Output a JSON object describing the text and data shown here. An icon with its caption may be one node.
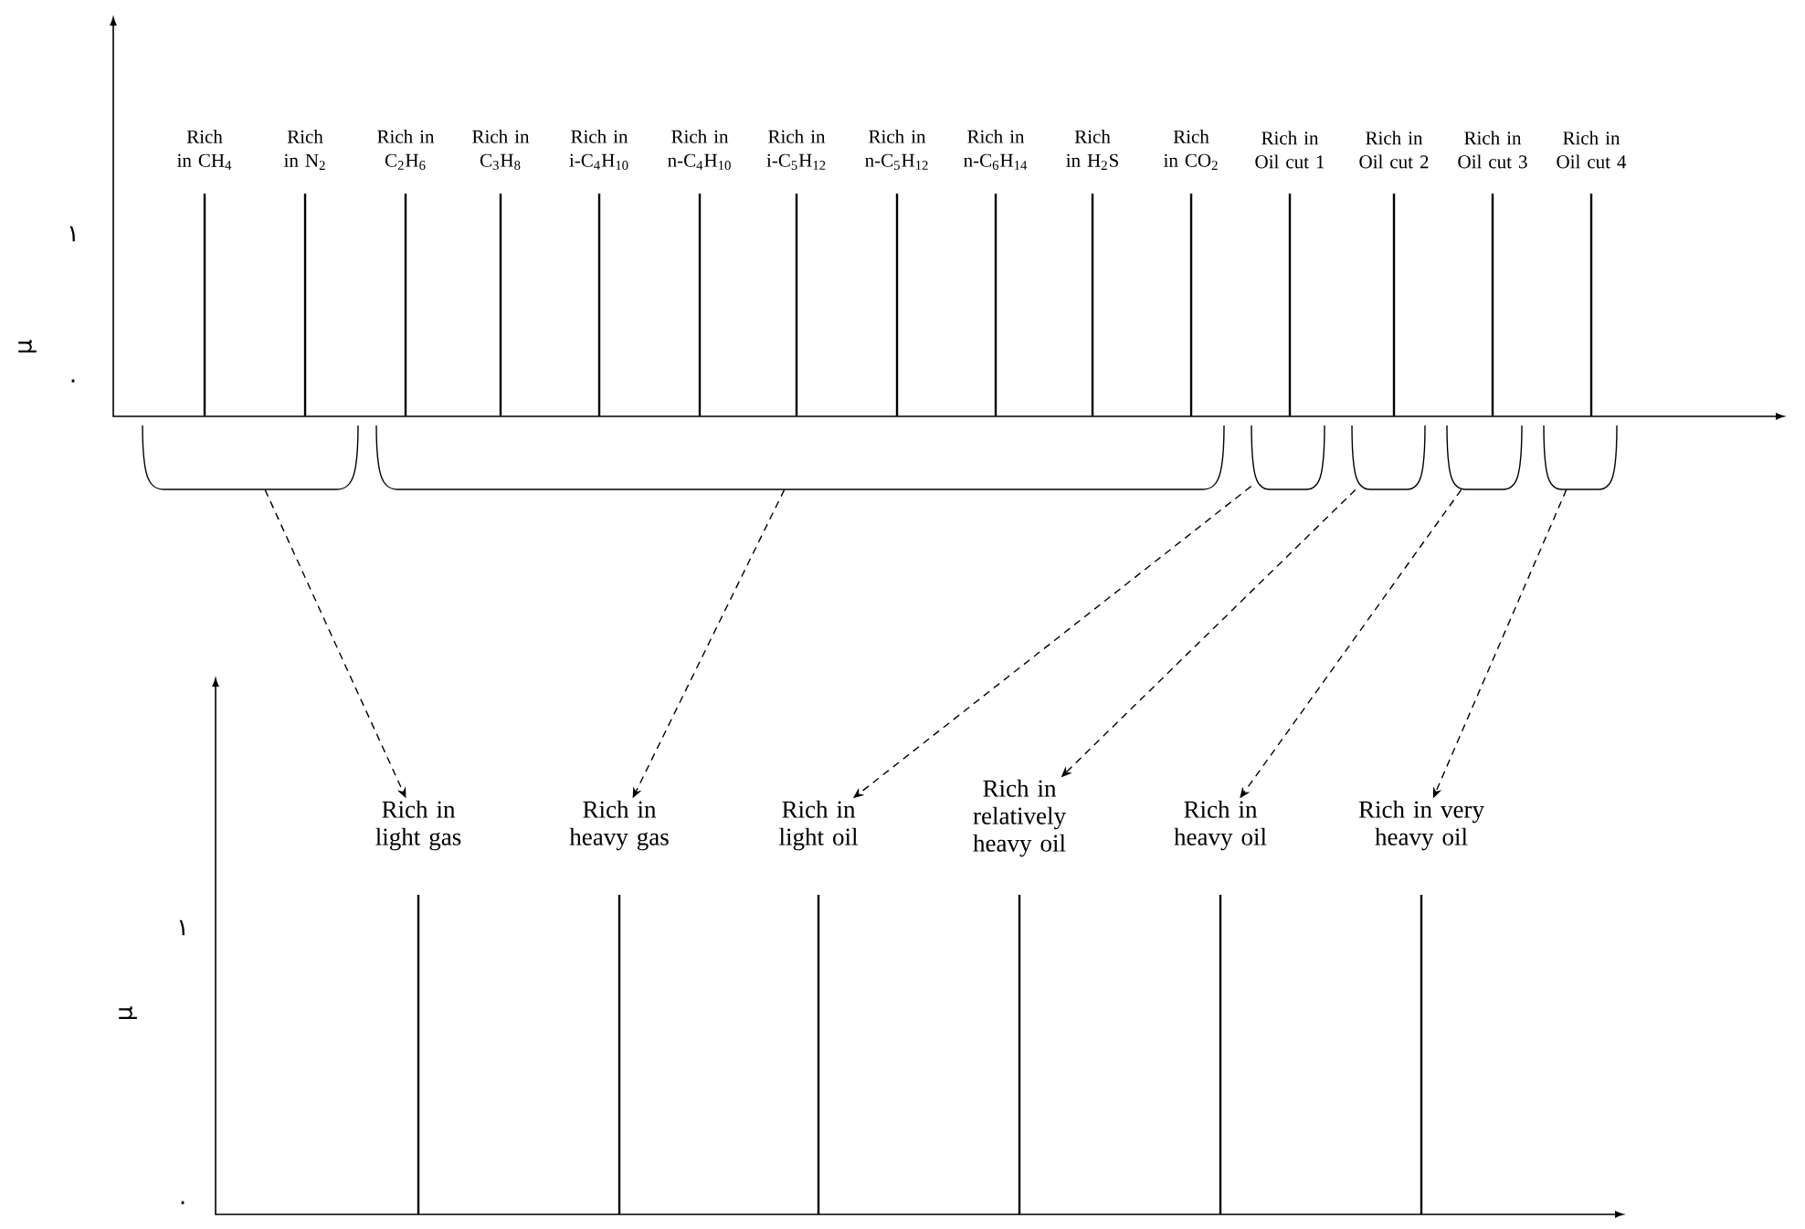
{
  "diagram": {
    "nodes": [
      {
        "text": [
          "Rich in CH$_{4}$"
        ]
      },
      {
        "text": [
          "Rich in N$_{2}$"
        ]
      },
      {
        "text": [
          "Rich in C$_{2}$H$_{6}$"
        ]
      },
      {
        "text": [
          "Rich in C$_{3}$H$_{8}$"
        ]
      },
      {
        "text": [
          "Rich in i-C$_{4}$H$_{10}$"
        ]
      },
      {
        "text": [
          "Rich in n-C$_{4}$H$_{10}$"
        ]
      },
      {
        "text": [
          "Rich in i-C$_{5}$H$_{12}$"
        ]
      },
      {
        "text": [
          "Rich in n-C$_{5}$H$_{12}$"
        ]
      },
      {
        "text": [
          "Rich in n-C$_{6}$H$_{14}$"
        ]
      },
      {
        "text": [
          "Rich in H$_{2}$S"
        ]
      },
      {
        "text": [
          "Rich in CO$_{2}$"
        ]
      },
      {
        "text": [
          "Rich in Oil cut 1"
        ]
      },
      {
        "text": [
          "Rich in Oil cut 2"
        ]
      },
      {
        "text": [
          "Rich in Oil cut 3"
        ]
      },
      {
        "text": [
          "Rich in Oil cut 4"
        ]
      },
      {
        "text": [],
        "shape": "bracket"
      },
      {
        "text": [],
        "shape": "bracket"
      },
      {
        "text": [],
        "shape": "bracket"
      },
      {
        "text": [],
        "shape": "bracket"
      },
      {
        "text": [],
        "shape": "bracket"
      },
      {
        "text": [],
        "shape": "bracket"
      },
      {
        "text": [
          "Rich in light gas"
        ]
      },
      {
        "text": [
          "Rich in heavy gas"
        ]
      },
      {
        "text": [
          "Rich in light oil"
        ]
      },
      {
        "text": [
          "Rich in relatively heavy oil"
        ]
      },
      {
        "text": [
          "Rich in heavy oil"
        ]
      },
      {
        "text": [
          "Rich in very heavy oil"
        ]
      }
    ],
    "edges": [
      {
        "from": 15,
        "to": 21,
        "arrow": "to",
        "style": "dashed"
      },
      {
        "from": 16,
        "to": 22,
        "arrow": "to",
        "style": "dashed"
      },
      {
        "from": 17,
        "to": 23,
        "arrow": "to",
        "style": "dashed"
      },
      {
        "from": 18,
        "to": 24,
        "arrow": "to",
        "style": "dashed"
      },
      {
        "from": 19,
        "to": 25,
        "arrow": "to",
        "style": "dashed"
      },
      {
        "from": 20,
        "to": 26,
        "arrow": "to",
        "style": "dashed"
      }
    ],
    "labels": [
      "μ",
      "۱",
      "۰",
      "μ",
      "۱",
      "۰"
    ]
  }
}
